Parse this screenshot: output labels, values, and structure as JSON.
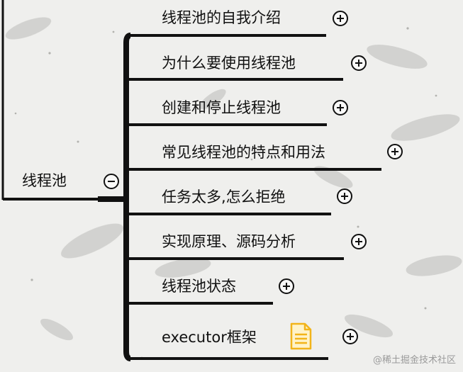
{
  "root": {
    "label": "线程池"
  },
  "branches": [
    {
      "label": "线程池的自我介绍"
    },
    {
      "label": "为什么要使用线程池"
    },
    {
      "label": "创建和停止线程池"
    },
    {
      "label": "常见线程池的特点和用法"
    },
    {
      "label": "任务太多,怎么拒绝"
    },
    {
      "label": "实现原理、源码分析"
    },
    {
      "label": "线程池状态"
    },
    {
      "label": "executor框架"
    }
  ],
  "icons": {
    "expand": "plus-circle-icon",
    "collapse": "minus-circle-icon",
    "note": "note-document-icon"
  },
  "colors": {
    "line": "#111111",
    "background": "#efefed",
    "note": "#f7c948"
  },
  "watermark": "@稀土掘金技术社区"
}
